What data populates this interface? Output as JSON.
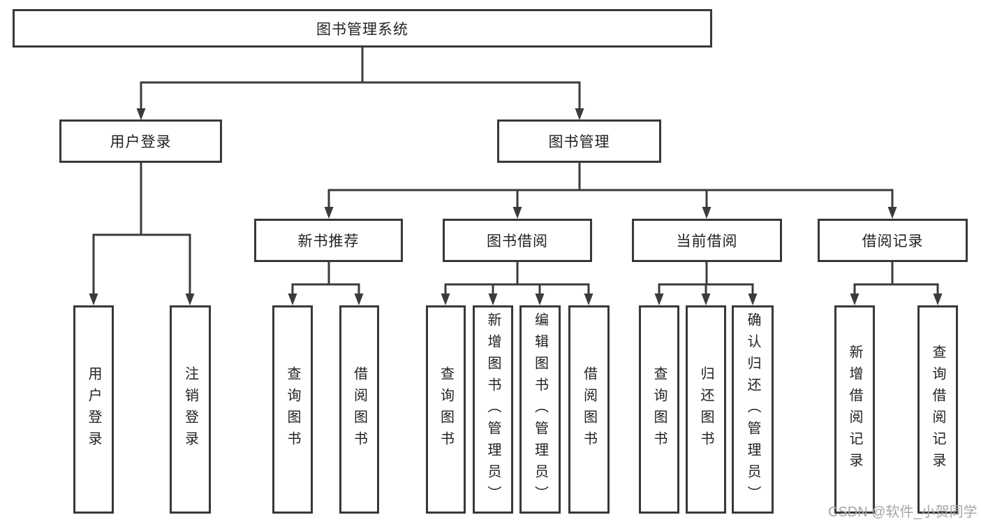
{
  "diagram_title": "图书管理系统",
  "tree": {
    "label": "图书管理系统",
    "children": [
      {
        "label": "用户登录",
        "children": [
          {
            "label": "用户登录"
          },
          {
            "label": "注销登录"
          }
        ]
      },
      {
        "label": "图书管理",
        "children": [
          {
            "label": "新书推荐",
            "children": [
              {
                "label": "查询图书"
              },
              {
                "label": "借阅图书"
              }
            ]
          },
          {
            "label": "图书借阅",
            "children": [
              {
                "label": "查询图书"
              },
              {
                "label": "新增图书（管理员）"
              },
              {
                "label": "编辑图书（管理员）"
              },
              {
                "label": "借阅图书"
              }
            ]
          },
          {
            "label": "当前借阅",
            "children": [
              {
                "label": "查询图书"
              },
              {
                "label": "归还图书"
              },
              {
                "label": "确认归还（管理员）"
              }
            ]
          },
          {
            "label": "借阅记录",
            "children": [
              {
                "label": "新增借阅记录"
              },
              {
                "label": "查询借阅记录"
              }
            ]
          }
        ]
      }
    ]
  },
  "watermark": "CSDN @软件_小贺同学",
  "colors": {
    "line": "#3b3b3b",
    "box_border": "#383838",
    "text": "#222222",
    "watermark": "#a6a6a6",
    "background": "#ffffff"
  }
}
